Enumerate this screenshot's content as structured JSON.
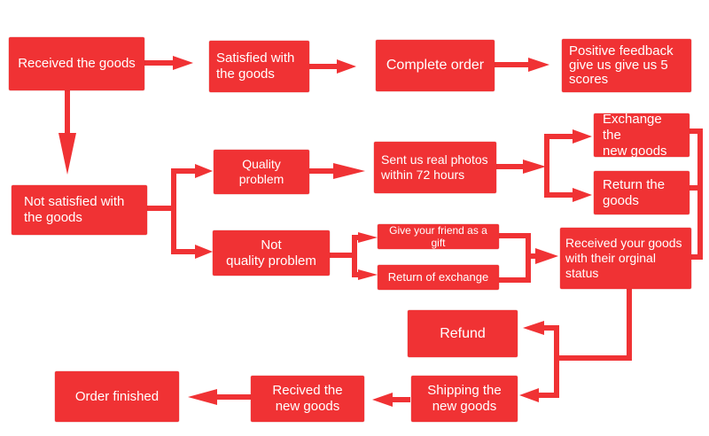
{
  "colors": {
    "box": "#f03234",
    "arrow": "#f03234",
    "text": "#ffffff"
  },
  "nodes": {
    "received": "Received the goods",
    "satisfied": "Satisfied with\nthe goods",
    "complete": "Complete order",
    "positive": "Positive feedback\ngive us give us 5\nscores",
    "not_satisfied": "Not satisfied with\nthe goods",
    "quality": "Quality problem",
    "photos": "Sent us real photos\nwithin 72 hours",
    "exchange_new": "Exchange the\nnew goods",
    "return_goods": "Return the\ngoods",
    "not_quality": "Not\nquality problem",
    "gift": "Give your friend as a gift",
    "return_exchange": "Return of exchange",
    "original_status": "Received your goods\nwith their orginal\nstatus",
    "refund": "Refund",
    "shipping": "Shipping the\nnew goods",
    "recived_new": "Recived the\nnew goods",
    "finished": "Order finished"
  }
}
